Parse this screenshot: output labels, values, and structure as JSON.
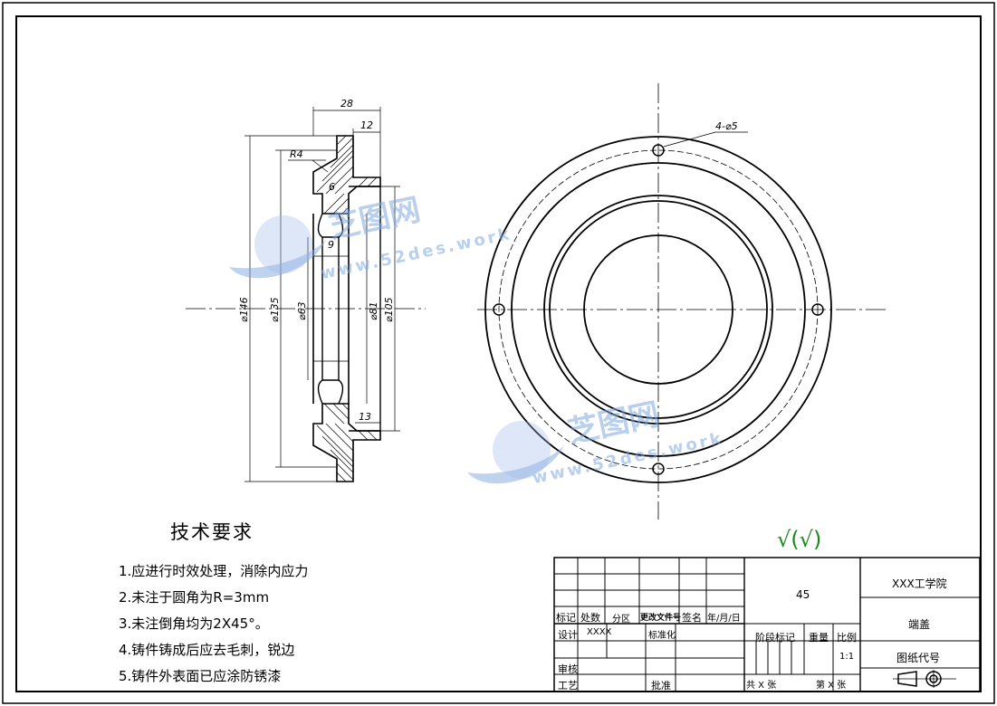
{
  "drawing": {
    "dimensions": {
      "d28": "28",
      "d12": "12",
      "r4": "R4",
      "d6": "6",
      "d9": "9",
      "d13": "13",
      "phi146": "⌀146",
      "phi135": "⌀135",
      "phi63": "⌀63",
      "phi81": "⌀81",
      "phi105": "⌀105",
      "holes": "4-⌀5"
    },
    "roughness": "√(√)"
  },
  "tech_requirements": {
    "title": "技术要求",
    "items": [
      "1.应进行时效处理，消除内应力",
      "2.未注于圆角为R=3mm",
      "3.未注倒角均为2X45°。",
      "4.铸件铸成后应去毛刺，锐边",
      "5.铸件外表面已应涂防锈漆"
    ]
  },
  "title_block": {
    "col_labels": [
      "标记",
      "处数",
      "分区",
      "更改文件号",
      "签名",
      "年/月/日"
    ],
    "design_label": "设计",
    "design_value": "XXXX",
    "standardization": "标准化",
    "review": "审核",
    "process": "工艺",
    "approve": "批准",
    "material": "45",
    "stage_mark": "阶段标记",
    "weight": "重量",
    "scale_label": "比例",
    "scale_value": "1:1",
    "sheet_total": "共 X 张",
    "sheet_no": "第 X 张",
    "school": "XXX工学院",
    "part_name": "端盖",
    "drawing_no": "图纸代号"
  },
  "watermark": {
    "brand": "芝图网",
    "url": "www.52des.work"
  },
  "colors": {
    "line": "#000000",
    "roughness": "#1a8a1a",
    "watermark": "#7fa8e0"
  }
}
